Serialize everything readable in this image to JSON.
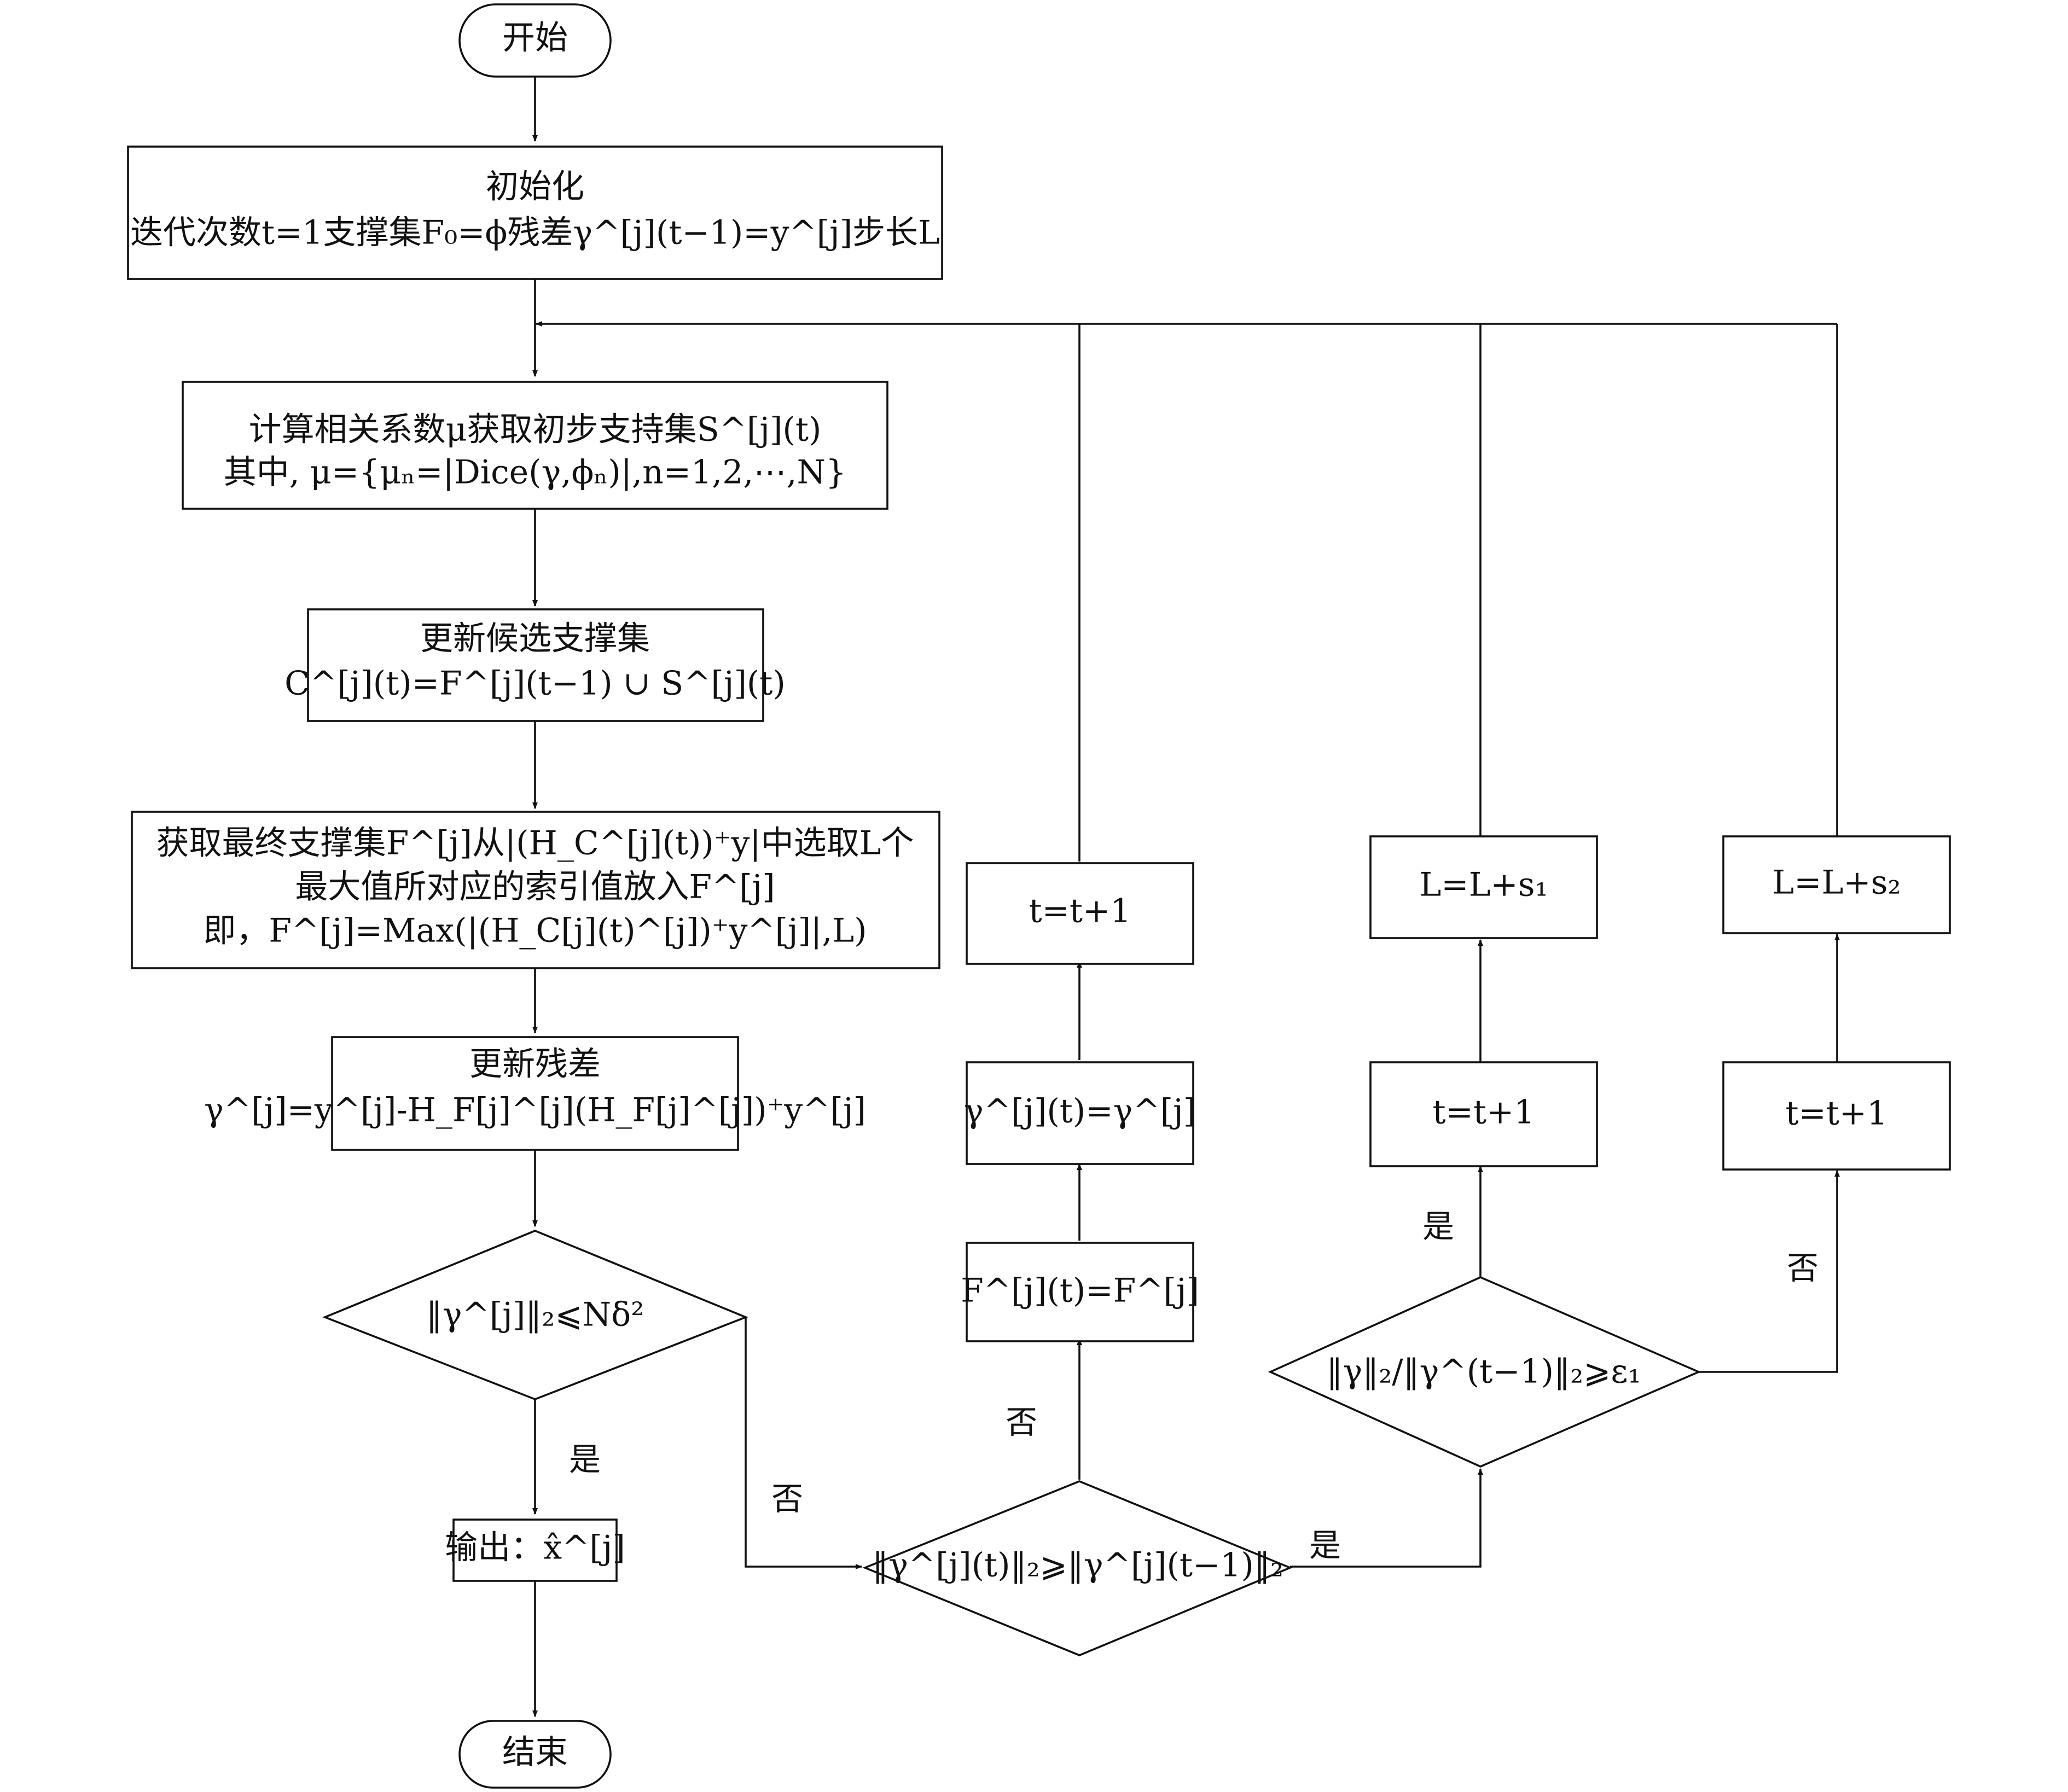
{
  "nodes": {
    "start": "开始",
    "init_1": "初始化",
    "init_2": "迭代次数t=1支撑集F₀=ϕ残差γ^[j](t−1)=y^[j]步长L",
    "corr_1": "计算相关系数μ获取初步支持集S^[j](t)",
    "corr_2": "其中, μ={μₙ=|Dice(γ,ϕₙ)|,n=1,2,⋯,N}",
    "cand_1": "更新候选支撑集",
    "cand_2": "C^[j](t)=F^[j](t−1) ∪ S^[j](t)",
    "final_1": "获取最终支撑集F^[j]从|(H_C^[j](t))⁺y|中选取L个",
    "final_2": "最大值所对应的索引值放入F^[j]",
    "final_3": "即，F^[j]=Max(|(H_C[j](t)^[j])⁺y^[j]|,L)",
    "resid_1": "更新残差",
    "resid_2": "γ^[j]=y^[j]-H_F[j]^[j](H_F[j]^[j])⁺y^[j]",
    "cond1": "‖γ^[j]‖₂⩽Nδ²",
    "output": "输出：x̂^[j]",
    "end": "结束",
    "cond2": "‖γ^[j](t)‖₂⩾‖γ^[j](t−1)‖₂",
    "update_f": "F^[j](t)=F^[j]",
    "update_gamma": "γ^[j](t)=γ^[j]",
    "t_inc_1": "t=t+1",
    "cond3": "‖γ‖₂/‖γ^(t−1)‖₂⩾ε₁",
    "t_inc_2": "t=t+1",
    "l_inc_1": "L=L+s₁",
    "t_inc_3": "t=t+1",
    "l_inc_2": "L=L+s₂"
  },
  "edge_labels": {
    "cond1_yes": "是",
    "cond1_no": "否",
    "cond2_no": "否",
    "cond2_yes": "是",
    "cond3_yes": "是",
    "cond3_no": "否"
  }
}
